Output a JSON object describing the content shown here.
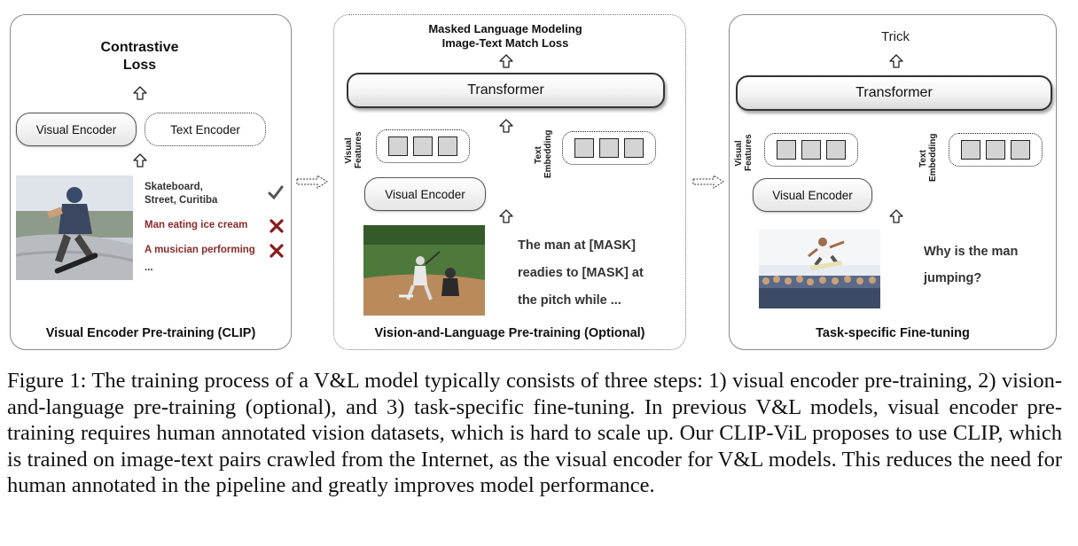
{
  "panel1": {
    "title": "Visual Encoder Pre-training (CLIP)",
    "loss_line1": "Contrastive",
    "loss_line2": "Loss",
    "visual_encoder": "Visual Encoder",
    "text_encoder": "Text Encoder",
    "captions": [
      {
        "line1": "Skateboard,",
        "line2": "Street, Curitiba",
        "status": "check"
      },
      {
        "line1": "Man eating ice cream",
        "status": "cross"
      },
      {
        "line1": "A musician performing",
        "status": "cross"
      },
      {
        "line1": "...",
        "status": "none"
      }
    ]
  },
  "panel2": {
    "title": "Vision-and-Language Pre-training (Optional)",
    "loss_line1": "Masked Language Modeling",
    "loss_line2": "Image-Text Match Loss",
    "transformer": "Transformer",
    "visual_features_line1": "Visual",
    "visual_features_line2": "Features",
    "text_embedding_line1": "Text",
    "text_embedding_line2": "Embedding",
    "visual_encoder": "Visual Encoder",
    "text_line1": "The man at [MASK]",
    "text_line2": "readies to [MASK] at",
    "text_line3": "the pitch while ..."
  },
  "panel3": {
    "title": "Task-specific Fine-tuning",
    "output": "Trick",
    "transformer": "Transformer",
    "visual_features_line1": "Visual",
    "visual_features_line2": "Features",
    "text_embedding_line1": "Text",
    "text_embedding_line2": "Embedding",
    "visual_encoder": "Visual Encoder",
    "question_line1": "Why is the man",
    "question_line2": "jumping?"
  },
  "caption": "Figure 1: The training process of a V&L model typically consists of three steps: 1) visual encoder pre-training, 2) vision-and-language pre-training (optional), and 3) task-specific fine-tuning. In previous V&L models, visual encoder pre-training requires human annotated vision datasets, which is hard to scale up. Our CLIP-ViL proposes to use CLIP, which is trained on image-text pairs crawled from the Internet, as the visual encoder for V&L models. This reduces the need for human annotated in the pipeline and greatly improves model performance.",
  "colors": {
    "check": "#555555",
    "cross": "#8b1a1a",
    "wrong_caption": "#8b2a2a"
  }
}
